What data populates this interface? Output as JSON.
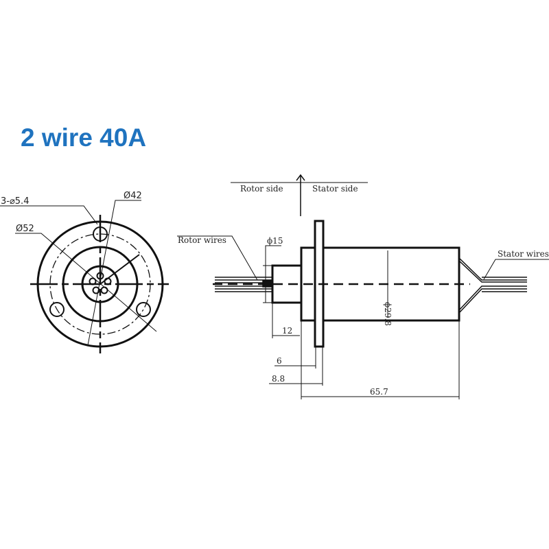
{
  "title": "2 wire 40A",
  "title_color": "#1f73bf",
  "front_view": {
    "holes_label": "3-⌀5.4",
    "bolt_circle_label": "Ø42",
    "outer_label": "Ø52"
  },
  "side_view": {
    "rotor_side": "Rotor side",
    "stator_side": "Stator side",
    "rotor_wires": "Rotor wires",
    "stator_wires": "Stator wires",
    "shaft_dia": "ϕ15",
    "body_dia": "ϕ29.8",
    "shaft_len": "12",
    "flange_offset": "6",
    "flange_outer": "8.8",
    "body_len": "65.7"
  }
}
